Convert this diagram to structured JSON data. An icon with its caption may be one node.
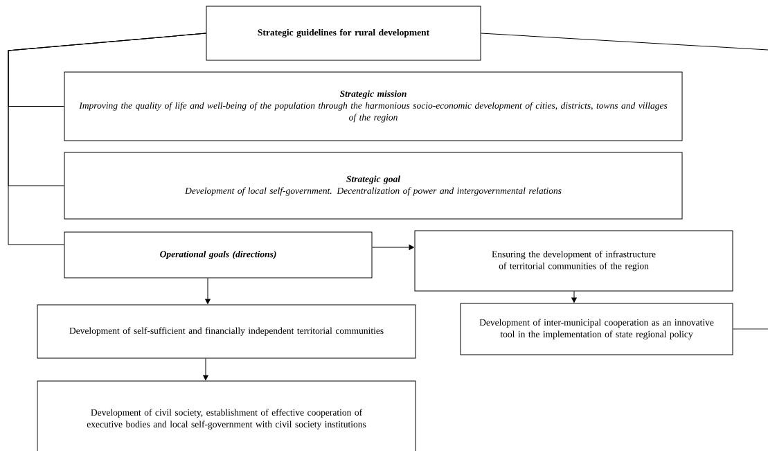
{
  "diagram": {
    "nodes": [
      {
        "text": [
          "Strategic guidelines for rural development"
        ]
      },
      {
        "text": [
          "Strategic mission",
          "Improving the quality of life and well-being of the population through the harmonious socio-economic development of cities, districts, towns and villages of the region"
        ]
      },
      {
        "text": [
          "Strategic goal",
          "Development of local self-government. Decentralization of power and intergovernmental relations"
        ]
      },
      {
        "text": [
          "Operational goals (directions)"
        ]
      },
      {
        "text": [
          "Ensuring the development of infrastructure of territorial communities of the region"
        ]
      },
      {
        "text": [
          "Development of self-sufficient and financially independent territorial communities"
        ]
      },
      {
        "text": [
          "Development of inter-municipal cooperation as an innovative tool in the implementation of state regional policy"
        ]
      },
      {
        "text": [
          "Development of civil society, establishment of effective cooperation of executive bodies and local self-government with civil society institutions"
        ]
      }
    ],
    "edges": [
      {
        "from": 0,
        "to": 1,
        "arrow": "none"
      },
      {
        "from": 0,
        "to": 2,
        "arrow": "none"
      },
      {
        "from": 0,
        "to": 3,
        "arrow": "none"
      },
      {
        "from": 0,
        "to": null,
        "arrow": "none"
      },
      {
        "from": 3,
        "to": 4,
        "arrow": "to"
      },
      {
        "from": 3,
        "to": 5,
        "arrow": "to"
      },
      {
        "from": 5,
        "to": 7,
        "arrow": "to"
      },
      {
        "from": 4,
        "to": 6,
        "arrow": "to"
      },
      {
        "from": 6,
        "to": null,
        "arrow": "none"
      }
    ]
  }
}
